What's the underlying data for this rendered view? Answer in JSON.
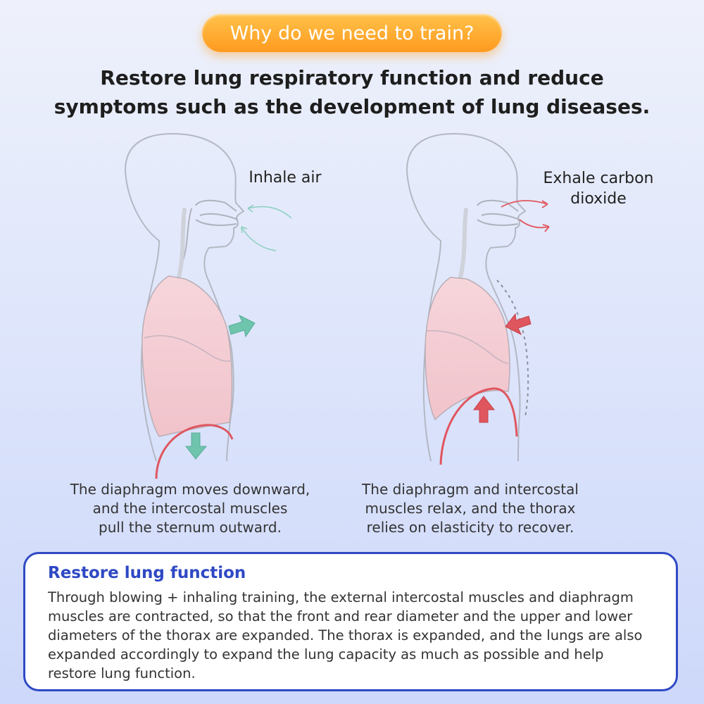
{
  "banner": {
    "title": "Why do we need to train?"
  },
  "headline": {
    "line1": "Restore lung respiratory function and reduce",
    "line2": "symptoms such as the development of lung diseases."
  },
  "left_figure": {
    "label": "Inhale air",
    "caption": [
      "The diaphragm moves downward,",
      "and the intercostal muscles",
      "pull the sternum outward."
    ],
    "arrow_color": "#6fc4ae"
  },
  "right_figure": {
    "label": [
      "Exhale carbon",
      "dioxide"
    ],
    "caption": [
      "The diaphragm and intercostal",
      "muscles relax, and the thorax",
      "relies on elasticity to recover."
    ],
    "arrow_color": "#e0565f"
  },
  "info_box": {
    "title": "Restore lung function",
    "text": "Through blowing + inhaling training, the external intercostal muscles and diaphragm muscles are contracted, so that the front and rear diameter and the upper and lower diameters of the thorax are expanded. The thorax is expanded, and the lungs are also expanded accordingly to expand the lung capacity as much as possible and help restore lung function."
  },
  "colors": {
    "accent_orange": "#ff9a1f",
    "accent_blue": "#2f49c4",
    "lung_fill": "#f6d3d9",
    "diaphragm": "#e0565f"
  }
}
